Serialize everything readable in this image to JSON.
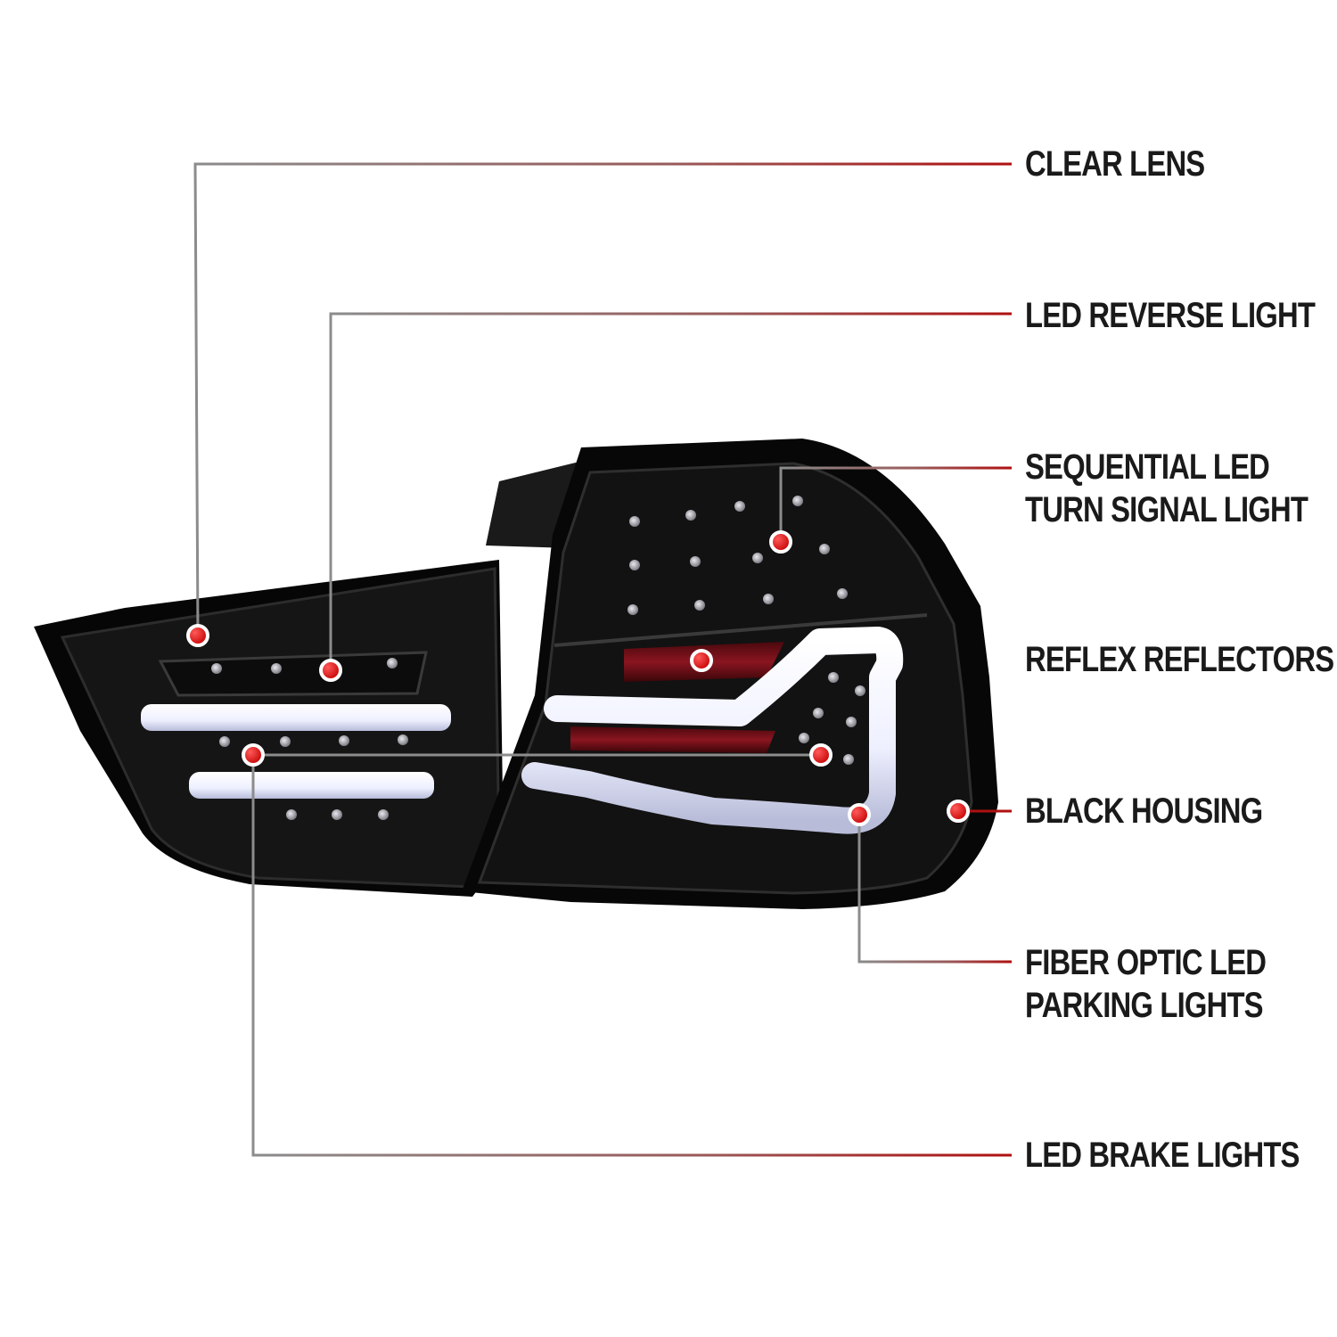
{
  "callouts": {
    "clear_lens": "CLEAR LENS",
    "led_reverse_light": "LED REVERSE LIGHT",
    "sequential_line1": "SEQUENTIAL LED",
    "sequential_line2": "TURN SIGNAL LIGHT",
    "reflex_reflectors": "REFLEX REFLECTORS",
    "black_housing": "BLACK HOUSING",
    "fiber_line1": "FIBER OPTIC LED",
    "fiber_line2": "PARKING LIGHTS",
    "led_brake_lights": "LED BRAKE LIGHTS"
  },
  "colors": {
    "leader_start": "#888888",
    "leader_end": "#b01010",
    "marker": "#d40000",
    "housing": "#0b0b0b",
    "light_bar": "#eef0ff",
    "reflector": "#6e0e14"
  }
}
